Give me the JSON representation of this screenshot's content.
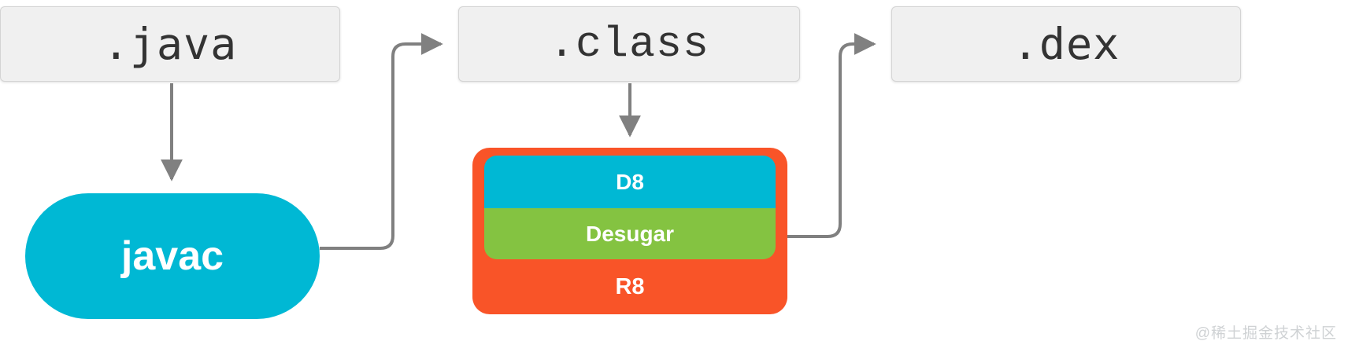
{
  "diagram": {
    "title": "Java to DEX compilation pipeline (javac / D8 / Desugar / R8)",
    "background": "#ffffff",
    "nodes": {
      "java_file": {
        "label": ".java",
        "fill": "#f0f0f0",
        "border": "#d4d4d4",
        "text_color": "#333333"
      },
      "class_file": {
        "label": ".class",
        "fill": "#f0f0f0",
        "border": "#d4d4d4",
        "text_color": "#333333"
      },
      "dex_file": {
        "label": ".dex",
        "fill": "#f0f0f0",
        "border": "#d4d4d4",
        "text_color": "#333333"
      },
      "javac": {
        "label": "javac",
        "fill": "#00b8d4",
        "text_color": "#ffffff"
      },
      "r8": {
        "label": "R8",
        "fill": "#f95428",
        "text_color": "#ffffff"
      },
      "d8": {
        "label": "D8",
        "fill": "#00b8d4",
        "text_color": "#ffffff"
      },
      "desugar": {
        "label": "Desugar",
        "fill": "#84c341",
        "text_color": "#ffffff"
      }
    },
    "edges": [
      {
        "name": "java-to-javac",
        "from": ".java",
        "to": "javac",
        "style": "straight-down",
        "color": "#808080"
      },
      {
        "name": "javac-to-class",
        "from": "javac",
        "to": ".class",
        "style": "orthogonal",
        "color": "#808080"
      },
      {
        "name": "class-to-d8",
        "from": ".class",
        "to": "R8/D8",
        "style": "straight-down",
        "color": "#808080"
      },
      {
        "name": "r8-to-dex",
        "from": "R8",
        "to": ".dex",
        "style": "orthogonal",
        "color": "#808080"
      }
    ],
    "watermark": "@稀土掘金技术社区",
    "watermark_color": "#cfd2d4"
  }
}
